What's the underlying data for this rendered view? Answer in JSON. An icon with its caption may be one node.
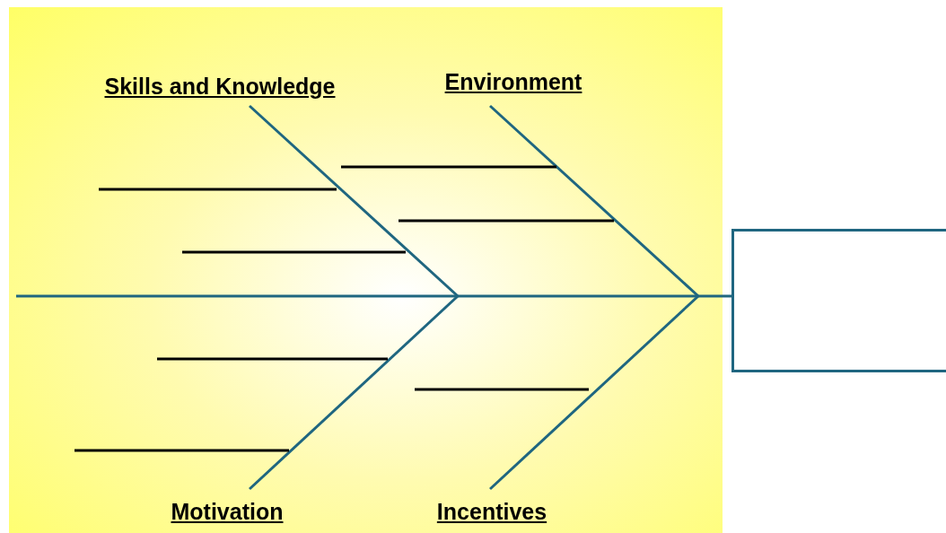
{
  "diagram": {
    "nodes": [
      {
        "text": [
          "Skills and Knowledge"
        ]
      },
      {
        "text": [
          "Environment"
        ]
      },
      {
        "text": [
          "Motivation"
        ]
      },
      {
        "text": [
          "Incentives"
        ]
      },
      {
        "text": [],
        "shape": "box"
      }
    ],
    "edges": [
      {
        "from": 0,
        "to": null,
        "arrow": "none"
      },
      {
        "from": 1,
        "to": null,
        "arrow": "none"
      },
      {
        "from": 2,
        "to": null,
        "arrow": "none"
      },
      {
        "from": 3,
        "to": null,
        "arrow": "none"
      },
      {
        "from": null,
        "to": 4,
        "arrow": "none"
      }
    ]
  }
}
